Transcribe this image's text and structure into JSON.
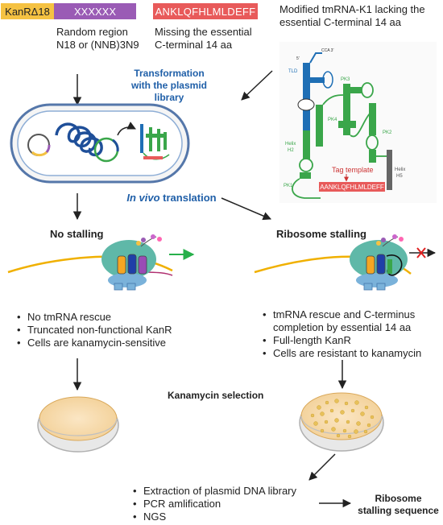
{
  "construct": {
    "kanr_label": "KanRΔ18",
    "random_label": "XXXXXX",
    "peptide_label": "ANKLQFHLMLDEFF",
    "random_desc_line1": "Random region",
    "random_desc_line2": "N18 or (NNB)3N9",
    "missing_line1": "Missing the essential",
    "missing_line2": "C-terminal 14 aa",
    "colors": {
      "kanr": "#f5c242",
      "random": "#9a5bb5",
      "peptide": "#e85a5a"
    }
  },
  "tmrna": {
    "title_line1": "Modified tmRNA-K1 lacking the",
    "title_line2": "essential C-terminal 14 aa",
    "label_5prime": "5'",
    "label_cca": "CCA 3'",
    "label_tld": "TLD",
    "label_pk3": "PK3",
    "label_pk4": "PK4",
    "label_pk2": "PK2",
    "label_pk1": "PK1",
    "label_helix_h2_a": "Helix",
    "label_helix_h2_b": "H2",
    "label_helix_h5_a": "Helix",
    "label_helix_h5_b": "H5",
    "tag_template": "Tag template",
    "tag_sequence": "AANKLQFHLMLDEFF"
  },
  "steps": {
    "transformation_line1": "Transformation",
    "transformation_line2": "with the plasmid",
    "transformation_line3": "library",
    "invivo_italic": "In vivo",
    "invivo_rest": " translation"
  },
  "left_branch": {
    "title": "No stalling",
    "bullets": [
      "No tmRNA rescue",
      "Truncated non-functional KanR",
      "Cells are kanamycin-sensitive"
    ]
  },
  "right_branch": {
    "title": "Ribosome stalling",
    "bullets": [
      "tmRNA rescue and C-terminus completion by essential 14 aa",
      "Full-length KanR",
      "Cells are resistant to kanamycin"
    ]
  },
  "selection": {
    "label": "Kanamycin selection"
  },
  "final": {
    "bullets": [
      "Extraction of plasmid DNA library",
      "PCR amlification",
      "NGS"
    ],
    "result_line1": "Ribosome",
    "result_line2": "stalling sequence"
  }
}
